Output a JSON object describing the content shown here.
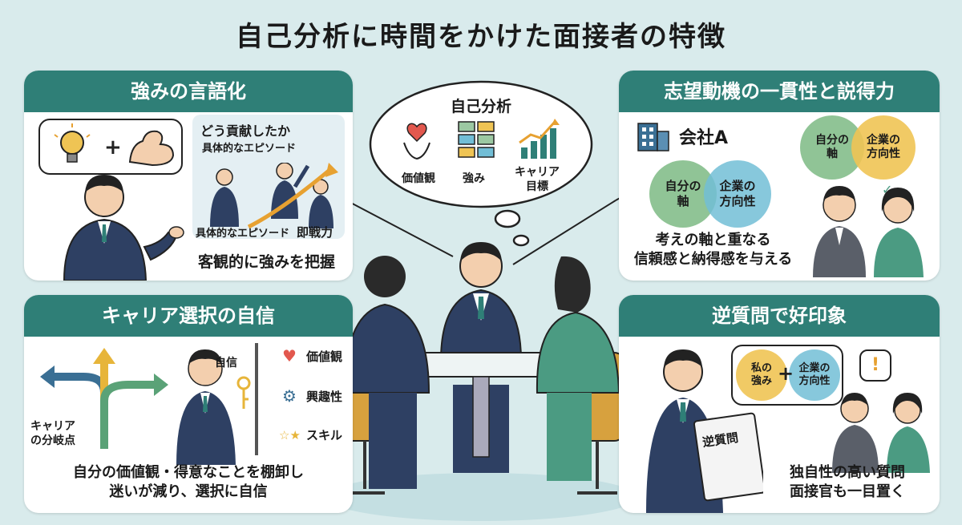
{
  "title": "自己分析に時間をかけた面接者の特徴",
  "center": {
    "heading": "自己分析",
    "items": [
      {
        "label": "価値観",
        "icon": "heart-hands-icon"
      },
      {
        "label": "強み",
        "icon": "checklist-icon"
      },
      {
        "label": "キャリア\n目標",
        "icon": "growth-chart-icon"
      }
    ]
  },
  "strengths_panel": {
    "header": "強みの言語化",
    "contribution": "どう貢献したか",
    "episode_top": "具体的なエピソード",
    "episode_bottom": "具体的なエピソード",
    "ready": "即戦力",
    "caption": "客観的に強みを把握"
  },
  "motivation_panel": {
    "header": "志望動機の一貫性と説得力",
    "company": "会社A",
    "own_axis": "自分の\n軸",
    "company_direction": "企業の\n方向性",
    "caption": "考えの軸と重なる\n信頼感と納得感を与える"
  },
  "career_panel": {
    "header": "キャリア選択の自信",
    "branch_label": "キャリア\nの分岐点",
    "confidence": "自信",
    "values": [
      {
        "label": "価値観",
        "icon": "heart-icon",
        "color": "#e2584e"
      },
      {
        "label": "興趣性",
        "icon": "gear-icon",
        "color": "#3a6f94"
      },
      {
        "label": "スキル",
        "icon": "stars-icon",
        "color": "#e7b53a"
      }
    ],
    "caption": "自分の価値観・得意なことを棚卸し\n迷いが減り、選択に自信"
  },
  "question_panel": {
    "header": "逆質問で好印象",
    "my_strength": "私の\n強み",
    "company_direction": "企業の\n方向性",
    "plus": "+",
    "document": "逆質問",
    "caption": "独自性の高い質問\n面接官も一目置く"
  },
  "colors": {
    "header": "#2f7f77",
    "background": "#d9ebec",
    "suit": "#2e4063",
    "accent_yellow": "#efc454",
    "accent_green": "#7cba84",
    "accent_blue": "#72bed6"
  }
}
